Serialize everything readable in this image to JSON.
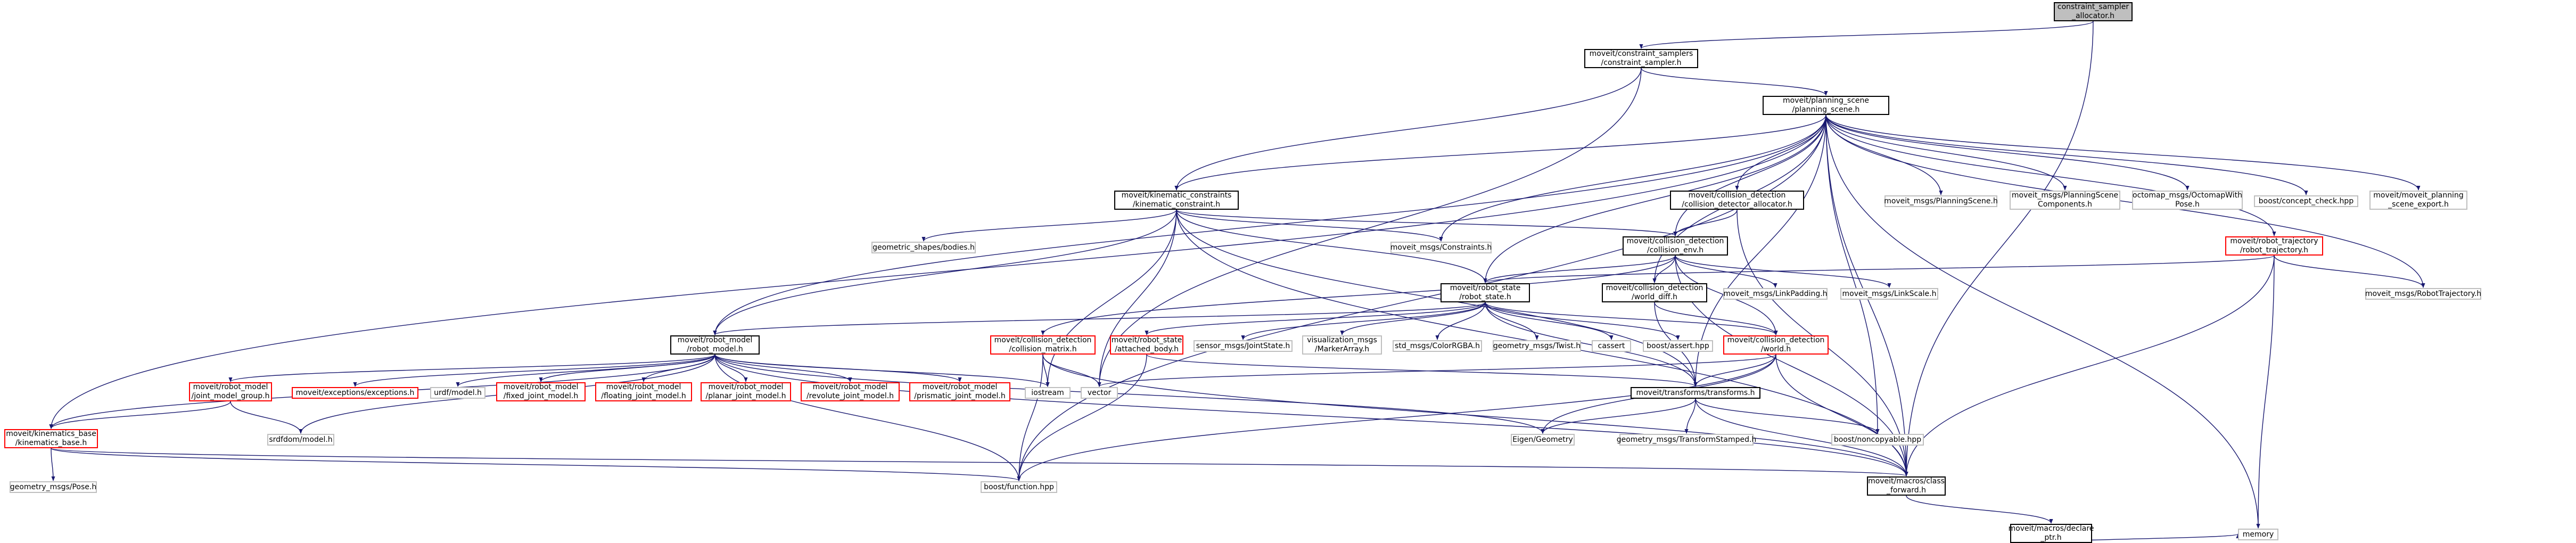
{
  "colors": {
    "edge": "#191970",
    "border_default": "#bfbfbf",
    "border_red": "#ff0000",
    "border_black": "#000000",
    "root_fill": "#bfbfbf"
  },
  "nodes": [
    {
      "id": "root",
      "lines": [
        "constraint_sampler",
        "_allocator.h"
      ],
      "style": "root"
    },
    {
      "id": "cs",
      "lines": [
        "moveit/constraint_samplers",
        "/constraint_sampler.h"
      ],
      "style": "black"
    },
    {
      "id": "ps",
      "lines": [
        "moveit/planning_scene",
        "/planning_scene.h"
      ],
      "style": "black"
    },
    {
      "id": "kc",
      "lines": [
        "moveit/kinematic_constraints",
        "/kinematic_constraint.h"
      ],
      "style": "black"
    },
    {
      "id": "cda",
      "lines": [
        "moveit/collision_detection",
        "/collision_detector_allocator.h"
      ],
      "style": "black"
    },
    {
      "id": "mps",
      "lines": [
        "moveit_msgs/PlanningScene.h"
      ],
      "style": "grey"
    },
    {
      "id": "mpsc",
      "lines": [
        "moveit_msgs/PlanningScene",
        "Components.h"
      ],
      "style": "grey"
    },
    {
      "id": "octo",
      "lines": [
        "octomap_msgs/OctomapWith",
        "Pose.h"
      ],
      "style": "grey"
    },
    {
      "id": "concept",
      "lines": [
        "boost/concept_check.hpp"
      ],
      "style": "grey"
    },
    {
      "id": "export",
      "lines": [
        "moveit/moveit_planning",
        "_scene_export.h"
      ],
      "style": "grey"
    },
    {
      "id": "rt",
      "lines": [
        "moveit/robot_trajectory",
        "/robot_trajectory.h"
      ],
      "style": "red"
    },
    {
      "id": "geob",
      "lines": [
        "geometric_shapes/bodies.h"
      ],
      "style": "grey"
    },
    {
      "id": "constr",
      "lines": [
        "moveit_msgs/Constraints.h"
      ],
      "style": "grey"
    },
    {
      "id": "cenv",
      "lines": [
        "moveit/collision_detection",
        "/collision_env.h"
      ],
      "style": "black"
    },
    {
      "id": "rs",
      "lines": [
        "moveit/robot_state",
        "/robot_state.h"
      ],
      "style": "black"
    },
    {
      "id": "wdiff",
      "lines": [
        "moveit/collision_detection",
        "/world_diff.h"
      ],
      "style": "black"
    },
    {
      "id": "lpad",
      "lines": [
        "moveit_msgs/LinkPadding.h"
      ],
      "style": "grey"
    },
    {
      "id": "lscale",
      "lines": [
        "moveit_msgs/LinkScale.h"
      ],
      "style": "grey"
    },
    {
      "id": "mrt",
      "lines": [
        "moveit_msgs/RobotTrajectory.h"
      ],
      "style": "grey"
    },
    {
      "id": "rm",
      "lines": [
        "moveit/robot_model",
        "/robot_model.h"
      ],
      "style": "black"
    },
    {
      "id": "cmat",
      "lines": [
        "moveit/collision_detection",
        "/collision_matrix.h"
      ],
      "style": "red"
    },
    {
      "id": "abody",
      "lines": [
        "moveit/robot_state",
        "/attached_body.h"
      ],
      "style": "red"
    },
    {
      "id": "jstate",
      "lines": [
        "sensor_msgs/JointState.h"
      ],
      "style": "grey"
    },
    {
      "id": "marr",
      "lines": [
        "visualization_msgs",
        "/MarkerArray.h"
      ],
      "style": "grey"
    },
    {
      "id": "crgba",
      "lines": [
        "std_msgs/ColorRGBA.h"
      ],
      "style": "grey"
    },
    {
      "id": "twist",
      "lines": [
        "geometry_msgs/Twist.h"
      ],
      "style": "grey"
    },
    {
      "id": "cassert",
      "lines": [
        "cassert"
      ],
      "style": "grey"
    },
    {
      "id": "bassert",
      "lines": [
        "boost/assert.hpp"
      ],
      "style": "grey"
    },
    {
      "id": "world",
      "lines": [
        "moveit/collision_detection",
        "/world.h"
      ],
      "style": "red"
    },
    {
      "id": "jmg",
      "lines": [
        "moveit/robot_model",
        "/joint_model_group.h"
      ],
      "style": "red"
    },
    {
      "id": "exc",
      "lines": [
        "moveit/exceptions/exceptions.h"
      ],
      "style": "red"
    },
    {
      "id": "urdf",
      "lines": [
        "urdf/model.h"
      ],
      "style": "grey"
    },
    {
      "id": "fixed",
      "lines": [
        "moveit/robot_model",
        "/fixed_joint_model.h"
      ],
      "style": "red"
    },
    {
      "id": "float",
      "lines": [
        "moveit/robot_model",
        "/floating_joint_model.h"
      ],
      "style": "red"
    },
    {
      "id": "planar",
      "lines": [
        "moveit/robot_model",
        "/planar_joint_model.h"
      ],
      "style": "red"
    },
    {
      "id": "revol",
      "lines": [
        "moveit/robot_model",
        "/revolute_joint_model.h"
      ],
      "style": "red"
    },
    {
      "id": "prism",
      "lines": [
        "moveit/robot_model",
        "/prismatic_joint_model.h"
      ],
      "style": "red"
    },
    {
      "id": "iostream",
      "lines": [
        "iostream"
      ],
      "style": "grey"
    },
    {
      "id": "vector",
      "lines": [
        "vector"
      ],
      "style": "grey"
    },
    {
      "id": "tf",
      "lines": [
        "moveit/transforms/transforms.h"
      ],
      "style": "black"
    },
    {
      "id": "srdf",
      "lines": [
        "srdfdom/model.h"
      ],
      "style": "grey"
    },
    {
      "id": "kb",
      "lines": [
        "moveit/kinematics_base",
        "/kinematics_base.h"
      ],
      "style": "red"
    },
    {
      "id": "eigen",
      "lines": [
        "Eigen/Geometry"
      ],
      "style": "grey"
    },
    {
      "id": "tstamp",
      "lines": [
        "geometry_msgs/TransformStamped.h"
      ],
      "style": "grey"
    },
    {
      "id": "noncopy",
      "lines": [
        "boost/noncopyable.hpp"
      ],
      "style": "grey"
    },
    {
      "id": "pose",
      "lines": [
        "geometry_msgs/Pose.h"
      ],
      "style": "grey"
    },
    {
      "id": "bfunc",
      "lines": [
        "boost/function.hpp"
      ],
      "style": "grey"
    },
    {
      "id": "cfwd",
      "lines": [
        "moveit/macros/class",
        "_forward.h"
      ],
      "style": "black"
    },
    {
      "id": "decl",
      "lines": [
        "moveit/macros/declare",
        "_ptr.h"
      ],
      "style": "black"
    },
    {
      "id": "memory",
      "lines": [
        "memory"
      ],
      "style": "grey"
    }
  ],
  "edges": [
    [
      "root",
      "cs"
    ],
    [
      "root",
      "cfwd"
    ],
    [
      "cs",
      "ps"
    ],
    [
      "cs",
      "kc"
    ],
    [
      "cs",
      "vector"
    ],
    [
      "ps",
      "kc"
    ],
    [
      "ps",
      "cda"
    ],
    [
      "ps",
      "mps"
    ],
    [
      "ps",
      "mpsc"
    ],
    [
      "ps",
      "octo"
    ],
    [
      "ps",
      "concept"
    ],
    [
      "ps",
      "export"
    ],
    [
      "ps",
      "rt"
    ],
    [
      "ps",
      "constr"
    ],
    [
      "ps",
      "cenv"
    ],
    [
      "ps",
      "rs"
    ],
    [
      "ps",
      "wdiff"
    ],
    [
      "ps",
      "mrt"
    ],
    [
      "ps",
      "rm"
    ],
    [
      "ps",
      "bfunc"
    ],
    [
      "ps",
      "cfwd"
    ],
    [
      "ps",
      "noncopy"
    ],
    [
      "ps",
      "memory"
    ],
    [
      "ps",
      "kb"
    ],
    [
      "ps",
      "tf"
    ],
    [
      "kc",
      "geob"
    ],
    [
      "kc",
      "constr"
    ],
    [
      "kc",
      "cenv"
    ],
    [
      "kc",
      "rs"
    ],
    [
      "kc",
      "rm"
    ],
    [
      "kc",
      "iostream"
    ],
    [
      "kc",
      "vector"
    ],
    [
      "kc",
      "tf"
    ],
    [
      "kc",
      "cfwd"
    ],
    [
      "cda",
      "cenv"
    ],
    [
      "cda",
      "cfwd"
    ],
    [
      "rt",
      "rs"
    ],
    [
      "rt",
      "mrt"
    ],
    [
      "rt",
      "memory"
    ],
    [
      "rt",
      "cfwd"
    ],
    [
      "cenv",
      "rs"
    ],
    [
      "cenv",
      "wdiff"
    ],
    [
      "cenv",
      "lpad"
    ],
    [
      "cenv",
      "lscale"
    ],
    [
      "cenv",
      "cmat"
    ],
    [
      "cenv",
      "world"
    ],
    [
      "cenv",
      "cfwd"
    ],
    [
      "rs",
      "rm"
    ],
    [
      "rs",
      "abody"
    ],
    [
      "rs",
      "jstate"
    ],
    [
      "rs",
      "marr"
    ],
    [
      "rs",
      "crgba"
    ],
    [
      "rs",
      "twist"
    ],
    [
      "rs",
      "cassert"
    ],
    [
      "rs",
      "bassert"
    ],
    [
      "rs",
      "world"
    ],
    [
      "rs",
      "tf"
    ],
    [
      "wdiff",
      "world"
    ],
    [
      "wdiff",
      "tf"
    ],
    [
      "rm",
      "jmg"
    ],
    [
      "rm",
      "exc"
    ],
    [
      "rm",
      "urdf"
    ],
    [
      "rm",
      "fixed"
    ],
    [
      "rm",
      "float"
    ],
    [
      "rm",
      "planar"
    ],
    [
      "rm",
      "revol"
    ],
    [
      "rm",
      "prism"
    ],
    [
      "rm",
      "srdf"
    ],
    [
      "rm",
      "eigen"
    ],
    [
      "rm",
      "iostream"
    ],
    [
      "rm",
      "bfunc"
    ],
    [
      "rm",
      "cfwd"
    ],
    [
      "rm",
      "kb"
    ],
    [
      "cmat",
      "iostream"
    ],
    [
      "cmat",
      "vector"
    ],
    [
      "cmat",
      "bfunc"
    ],
    [
      "cmat",
      "cfwd"
    ],
    [
      "abody",
      "tf"
    ],
    [
      "abody",
      "bfunc"
    ],
    [
      "world",
      "eigen"
    ],
    [
      "world",
      "tf"
    ],
    [
      "world",
      "vector"
    ],
    [
      "world",
      "cfwd"
    ],
    [
      "world",
      "bfunc"
    ],
    [
      "jmg",
      "kb"
    ],
    [
      "jmg",
      "srdf"
    ],
    [
      "tf",
      "eigen"
    ],
    [
      "tf",
      "tstamp"
    ],
    [
      "tf",
      "noncopy"
    ],
    [
      "tf",
      "cfwd"
    ],
    [
      "kb",
      "pose"
    ],
    [
      "kb",
      "bfunc"
    ],
    [
      "kb",
      "cfwd"
    ],
    [
      "cfwd",
      "decl"
    ],
    [
      "decl",
      "memory"
    ]
  ]
}
